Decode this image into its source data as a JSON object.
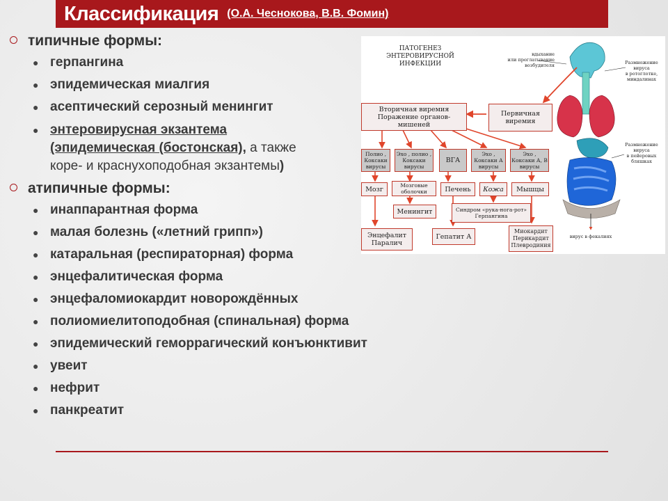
{
  "header": {
    "title": "Классификация",
    "subtitle": "(О.А. Чеснокова, В.В. Фомин)"
  },
  "typical": {
    "heading": "типичные формы:",
    "items": [
      "герпангина",
      "эпидемическая миалгия",
      "асептический серозный менингит"
    ],
    "exanthema": {
      "part1": "энтеровирусная экзантема",
      "part2": "(эпидемическая (бостонская),",
      "part3": " а также",
      "part4": "коре- и краснухоподобная экзантемы",
      "part5": ")"
    }
  },
  "atypical": {
    "heading": "атипичные формы:",
    "items": [
      "инаппарантная форма",
      "малая болезнь («летний грипп»)",
      "катаральная (респираторная) форма",
      "энцефалитическая форма",
      "энцефаломиокардит новорождённых",
      "полиомиелитоподобная (спинальная) форма",
      "эпидемический геморрагический конъюнктивит",
      "увеит",
      "нефрит",
      "панкреатит"
    ]
  },
  "diagram": {
    "title_lines": [
      "ПАТОГЕНЕЗ",
      "ЭНТЕРОВИРУСНОЙ",
      "ИНФЕКЦИИ"
    ],
    "notes": {
      "inhale": [
        "вдыхание",
        "или проглатывание",
        "возбудителя"
      ],
      "oropharynx": [
        "Размножение",
        "вируса",
        "в ротоглотке,",
        "миндалинах"
      ],
      "peyer": [
        "Размножение",
        "вируса",
        "в пейеровых",
        "бляшках"
      ],
      "feces": "вирус в фекалиях"
    },
    "secondary_viremia": [
      "Вторичная виремия",
      "Поражение органов-мишеней"
    ],
    "primary_viremia": [
      "Первичная",
      "виремия"
    ],
    "viruses": [
      [
        "Полио ,",
        "Коксаки",
        "вирусы"
      ],
      [
        "Эхо , полио ,",
        "Коксаки",
        "вирусы"
      ],
      [
        "ВГА"
      ],
      [
        "Эхо ,",
        "Коксаки А",
        "вирусы"
      ],
      [
        "Эхо ,",
        "Коксаки А, В",
        "вирусы"
      ]
    ],
    "organs": [
      "Мозг",
      "Мозговые оболочки",
      "Печень",
      "Кожа",
      "Мышцы"
    ],
    "meningitis": "Менингит",
    "hfm_syndrome": [
      "Синдром «рука-нога-рот»",
      "Герпангина"
    ],
    "encephalitis": [
      "Энцефалит",
      "Паралич"
    ],
    "hepatitis": "Гепатит А",
    "myocarditis": [
      "Миокардит",
      "Перикардит",
      "Плевродиния"
    ]
  },
  "colors": {
    "accent": "#a8181c",
    "arrow": "#e0452b"
  }
}
